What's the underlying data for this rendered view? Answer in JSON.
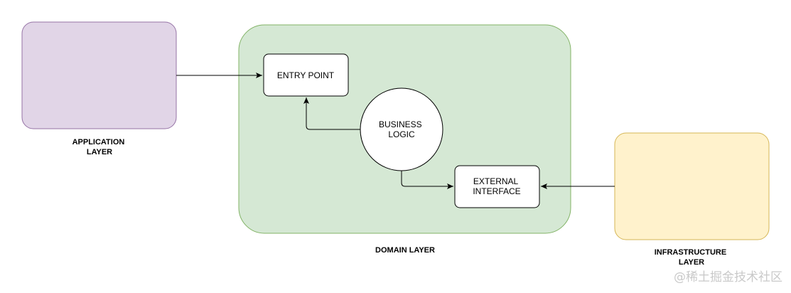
{
  "diagram": {
    "application_layer": {
      "label_lines": [
        "APPLICATION",
        "LAYER"
      ],
      "fill": "#e1d5e7",
      "stroke": "#9673a6"
    },
    "domain_layer": {
      "label": "DOMAIN LAYER",
      "fill": "#d5e8d4",
      "stroke": "#82b366"
    },
    "infrastructure_layer": {
      "label_lines": [
        "INFRASTRUCTURE",
        "LAYER"
      ],
      "fill": "#fff2cc",
      "stroke": "#d6b656"
    },
    "entry_point": {
      "label": "ENTRY POINT"
    },
    "business_logic": {
      "label_lines": [
        "BUSINESS",
        "LOGIC"
      ]
    },
    "external_interface": {
      "label_lines": [
        "EXTERNAL",
        "INTERFACE"
      ]
    },
    "connections": [
      {
        "from": "application_layer",
        "to": "entry_point"
      },
      {
        "from": "business_logic",
        "to": "entry_point"
      },
      {
        "from": "business_logic",
        "to": "external_interface"
      },
      {
        "from": "infrastructure_layer",
        "to": "external_interface"
      }
    ]
  },
  "watermark": "@稀土掘金技术社区"
}
